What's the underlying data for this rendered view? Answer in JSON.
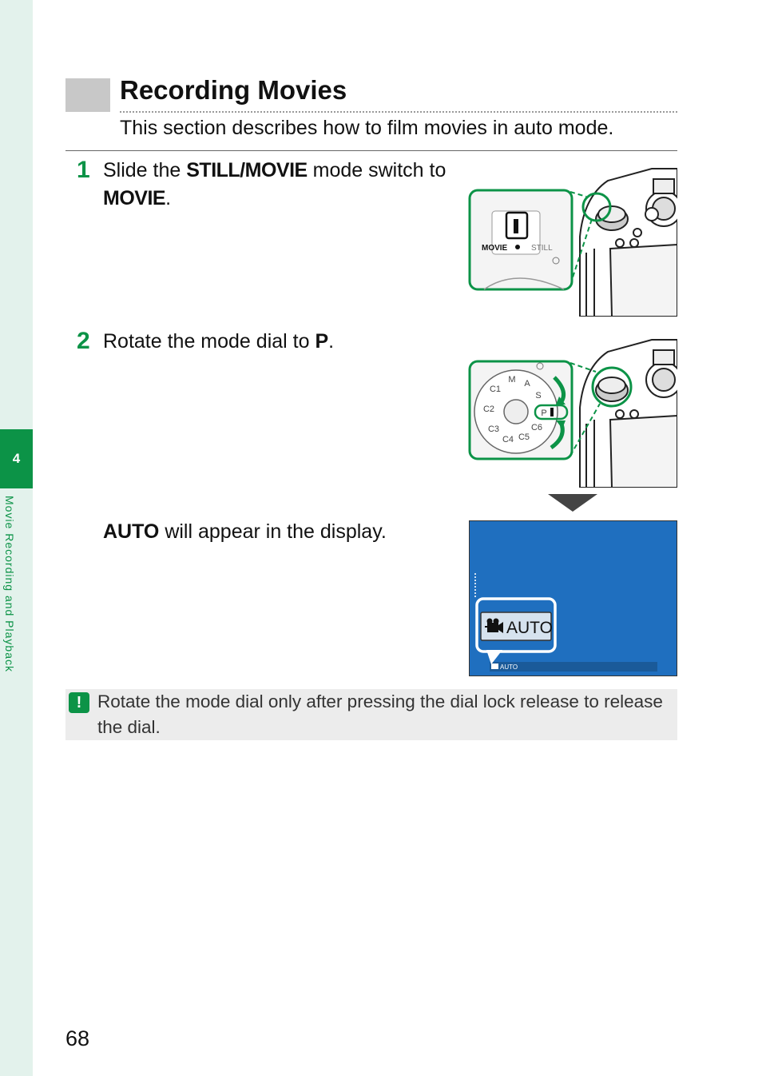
{
  "sidebar": {
    "chapter_number": "4",
    "chapter_title": "Movie Recording and Playback"
  },
  "section": {
    "title": "Recording Movies",
    "subtitle": "This section describes how to film movies in auto mode."
  },
  "steps": [
    {
      "number": "1",
      "text_before": "Slide the ",
      "switch_name": "STILL/MOVIE",
      "text_middle": " mode switch to ",
      "target": "MOVIE",
      "text_after": "."
    },
    {
      "number": "2",
      "text_before": "Rotate the mode dial to ",
      "target": "P",
      "text_after": "."
    }
  ],
  "result": {
    "mode": "AUTO",
    "text_after": " will appear in the display."
  },
  "illustrations": {
    "switch": {
      "movie_label": "MOVIE",
      "still_label": "STILL"
    },
    "dial": {
      "positions": [
        "P",
        "S",
        "A",
        "M",
        "C1",
        "C2",
        "C3",
        "C4",
        "C5",
        "C6"
      ]
    },
    "display": {
      "badge": "AUTO",
      "status_label": "AUTO"
    }
  },
  "note": {
    "icon": "caution-icon",
    "text": "Rotate the mode dial only after pressing the dial lock release to release the dial."
  },
  "page_number": "68",
  "colors": {
    "accent": "#0c9347",
    "sidebar_bg": "#e3f2ec",
    "display_bg": "#1f6fbf"
  }
}
